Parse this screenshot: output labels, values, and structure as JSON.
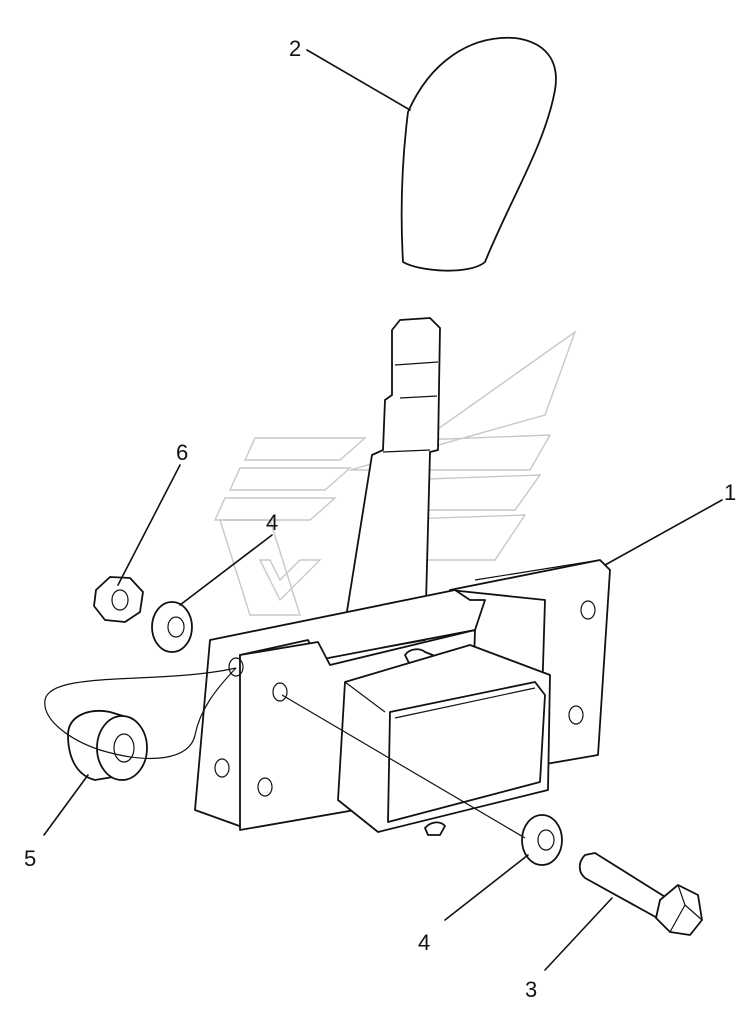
{
  "diagram": {
    "callouts": [
      {
        "id": "c1",
        "text": "1"
      },
      {
        "id": "c2",
        "text": "2"
      },
      {
        "id": "c3",
        "text": "3"
      },
      {
        "id": "c4a",
        "text": "4"
      },
      {
        "id": "c4b",
        "text": "4"
      },
      {
        "id": "c5",
        "text": "5"
      },
      {
        "id": "c6",
        "text": "6"
      }
    ],
    "colors": {
      "ink": "#111111",
      "watermark": "#c8c8c8",
      "background": "#ffffff"
    }
  }
}
